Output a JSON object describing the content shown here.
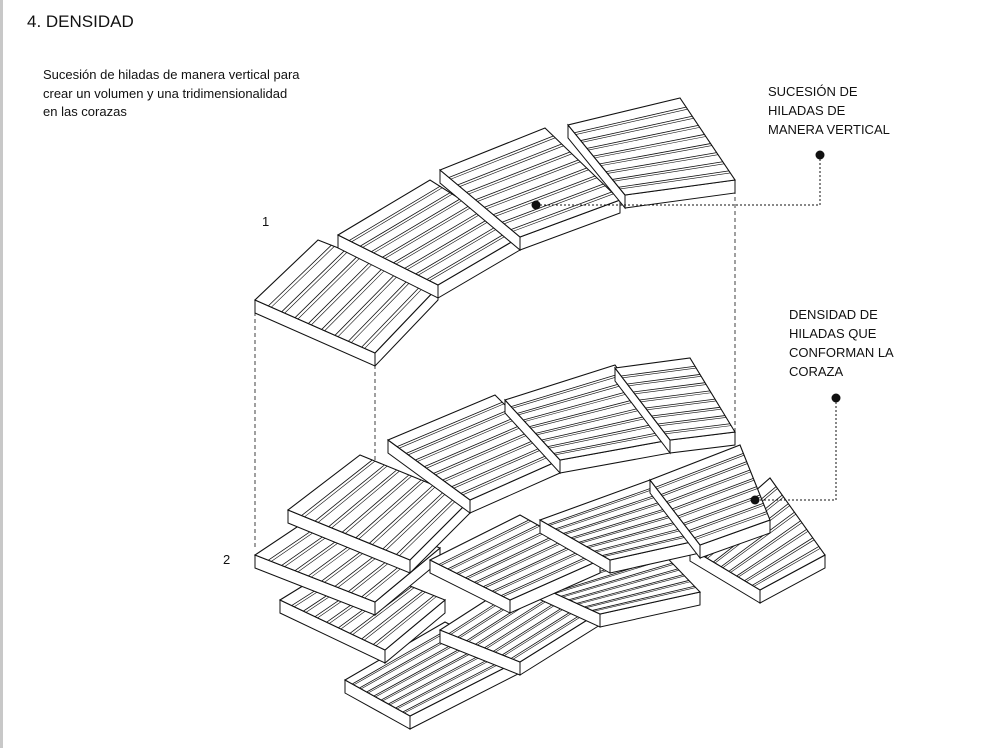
{
  "title": "4. DENSIDAD",
  "description": [
    "Sucesión de hiladas de manera vertical para",
    "crear un volumen y una tridimensionalidad",
    "en las corazas"
  ],
  "labels": {
    "top": [
      "SUCESIÓN DE",
      "HILADAS DE",
      "MANERA VERTICAL"
    ],
    "bottom": [
      "DENSIDAD DE",
      "HILADAS QUE",
      "CONFORMAN LA",
      "CORAZA"
    ]
  },
  "figure_numbers": [
    "1",
    "2"
  ],
  "colors": {
    "line": "#111111",
    "edge": "#c8c8c8"
  }
}
